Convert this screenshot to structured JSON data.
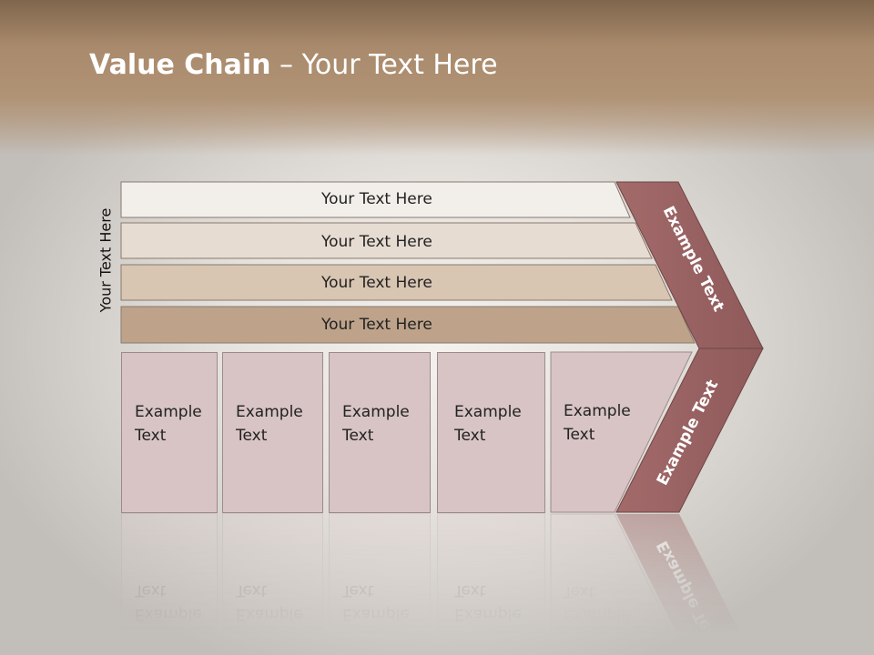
{
  "title": {
    "bold": "Value Chain",
    "rest": " – Your Text Here"
  },
  "side_label": "Your Text Here",
  "bars": [
    {
      "label": "Your Text Here",
      "color": "#f2efeb"
    },
    {
      "label": "Your Text Here",
      "color": "#e7dcd2"
    },
    {
      "label": "Your Text Here",
      "color": "#d8c5b2"
    },
    {
      "label": "Your Text Here",
      "color": "#bea38a"
    }
  ],
  "boxes": [
    {
      "line1": "Example",
      "line2": "Text"
    },
    {
      "line1": "Example",
      "line2": "Text"
    },
    {
      "line1": "Example",
      "line2": "Text"
    },
    {
      "line1": "Example",
      "line2": "Text"
    },
    {
      "line1": "Example",
      "line2": "Text"
    }
  ],
  "chevron": {
    "upper": "Example Text",
    "lower": "Example Text",
    "color": "#9b6464"
  }
}
